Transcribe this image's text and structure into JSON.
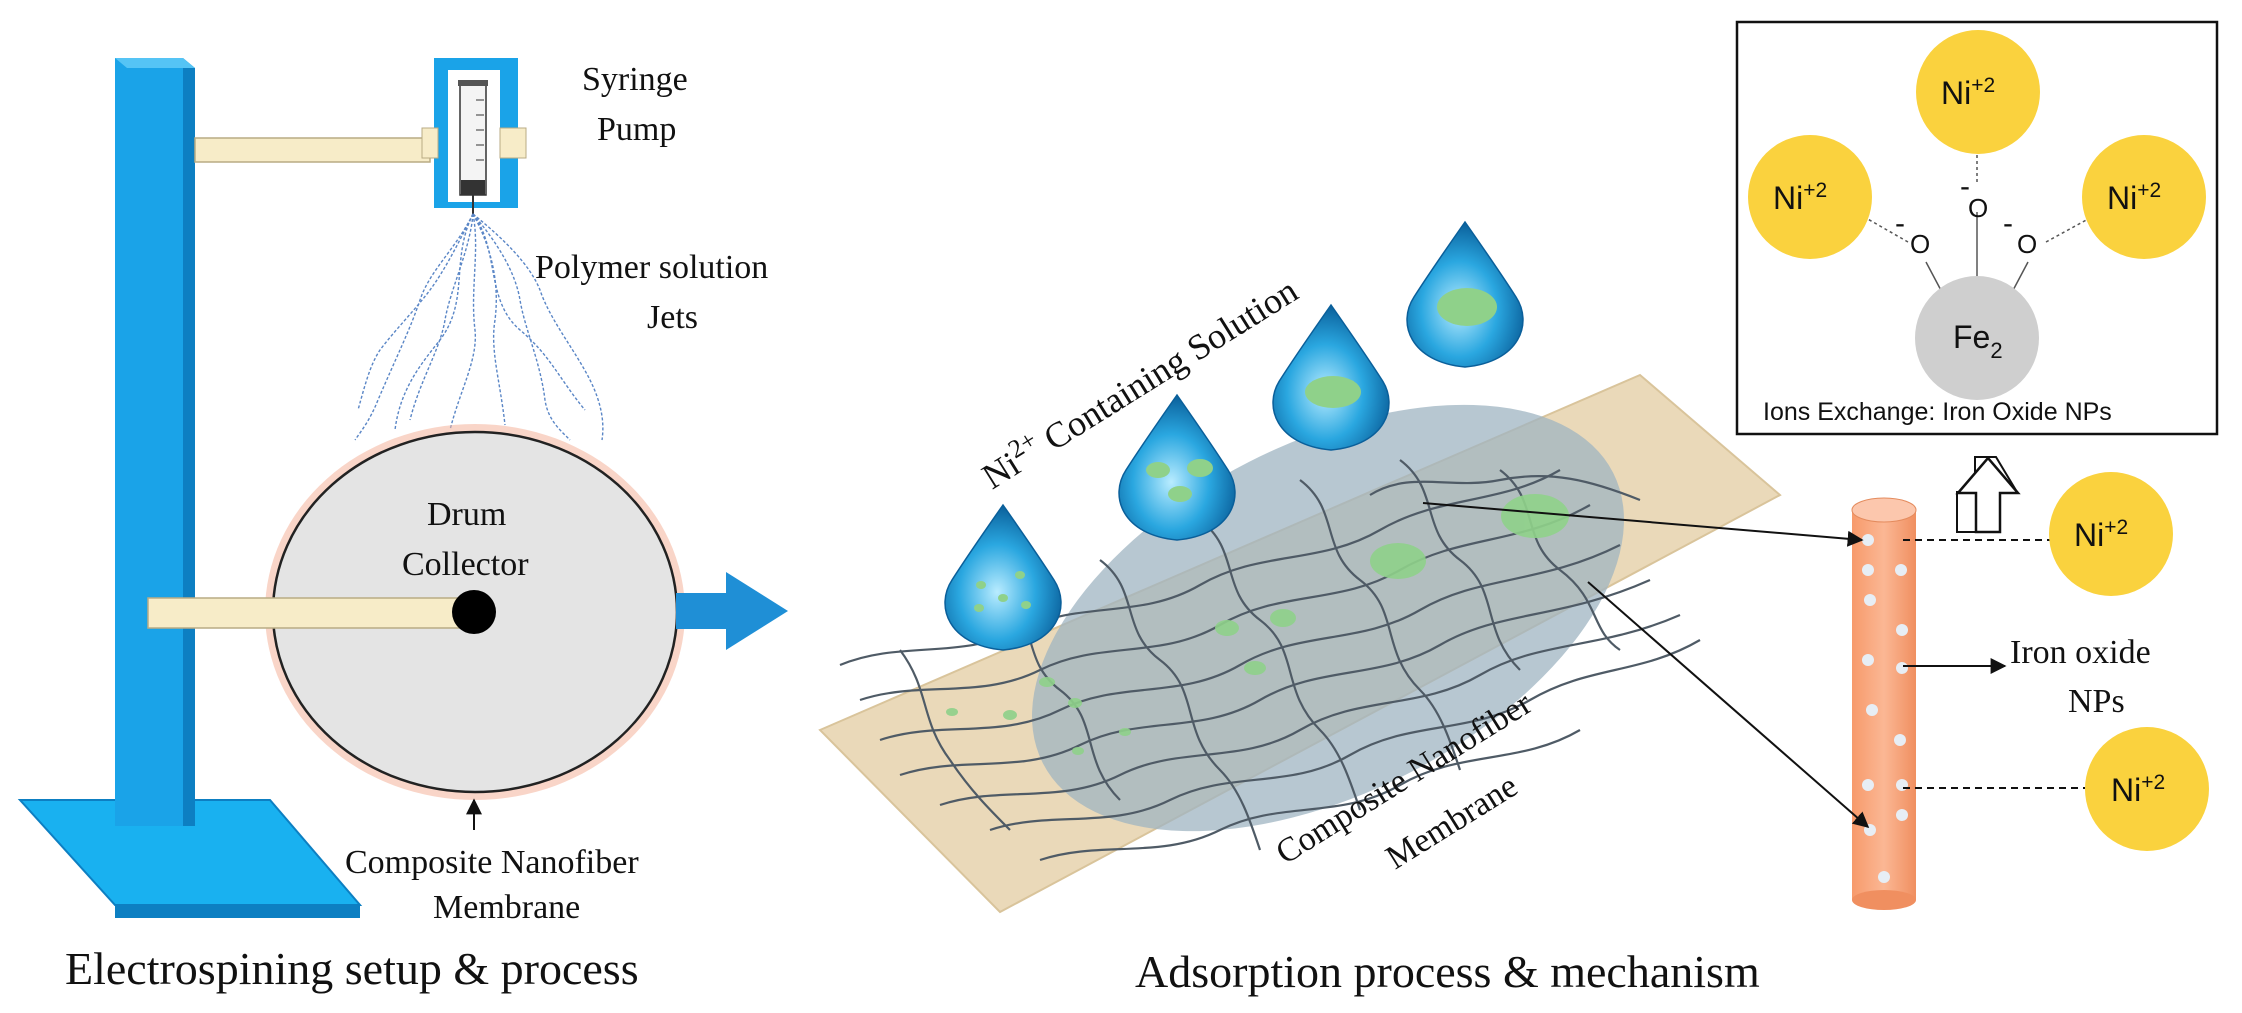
{
  "colors": {
    "stand_blue": "#1aa3e8",
    "stand_blue_dark": "#0d7fc2",
    "arm_cream": "#f7ecc8",
    "drum_gray": "#e4e4e4",
    "drum_glow": "#f0a080",
    "arrow_blue": "#1f8fd6",
    "membrane_beige": "#e9d8b8",
    "membrane_blue_gray": "#9fb4c2",
    "droplet_blue": "#1589c9",
    "particle_green": "#8fd18a",
    "fiber_orange": "#f6a27a",
    "ion_yellow": "#fad23e",
    "fe_gray": "#cfcfcf"
  },
  "left_panel": {
    "syringe_label_line1": "Syringe",
    "syringe_label_line2": "Pump",
    "jets_label_line1": "Polymer solution",
    "jets_label_line2": "Jets",
    "drum_label_line1": "Drum",
    "drum_label_line2": "Collector",
    "membrane_label_line1": "Composite Nanofiber",
    "membrane_label_line2": "Membrane",
    "caption": "Electrospining setup & process"
  },
  "right_panel": {
    "solution_label_prefix": "Ni",
    "solution_label_sup": "2+",
    "solution_label_suffix": " Containing Solution",
    "membrane_label_line1": "Composite Nanofiber",
    "membrane_label_line2": "Membrane",
    "iron_label_line1": "Iron oxide",
    "iron_label_line2": "NPs",
    "ion_base": "Ni",
    "ion_sup": "+2",
    "caption": "Adsorption process & mechanism"
  },
  "inset": {
    "title": "Ions Exchange: Iron Oxide NPs",
    "center_base": "Fe",
    "center_sub": "2",
    "oxygen": "O",
    "charge": "-"
  }
}
